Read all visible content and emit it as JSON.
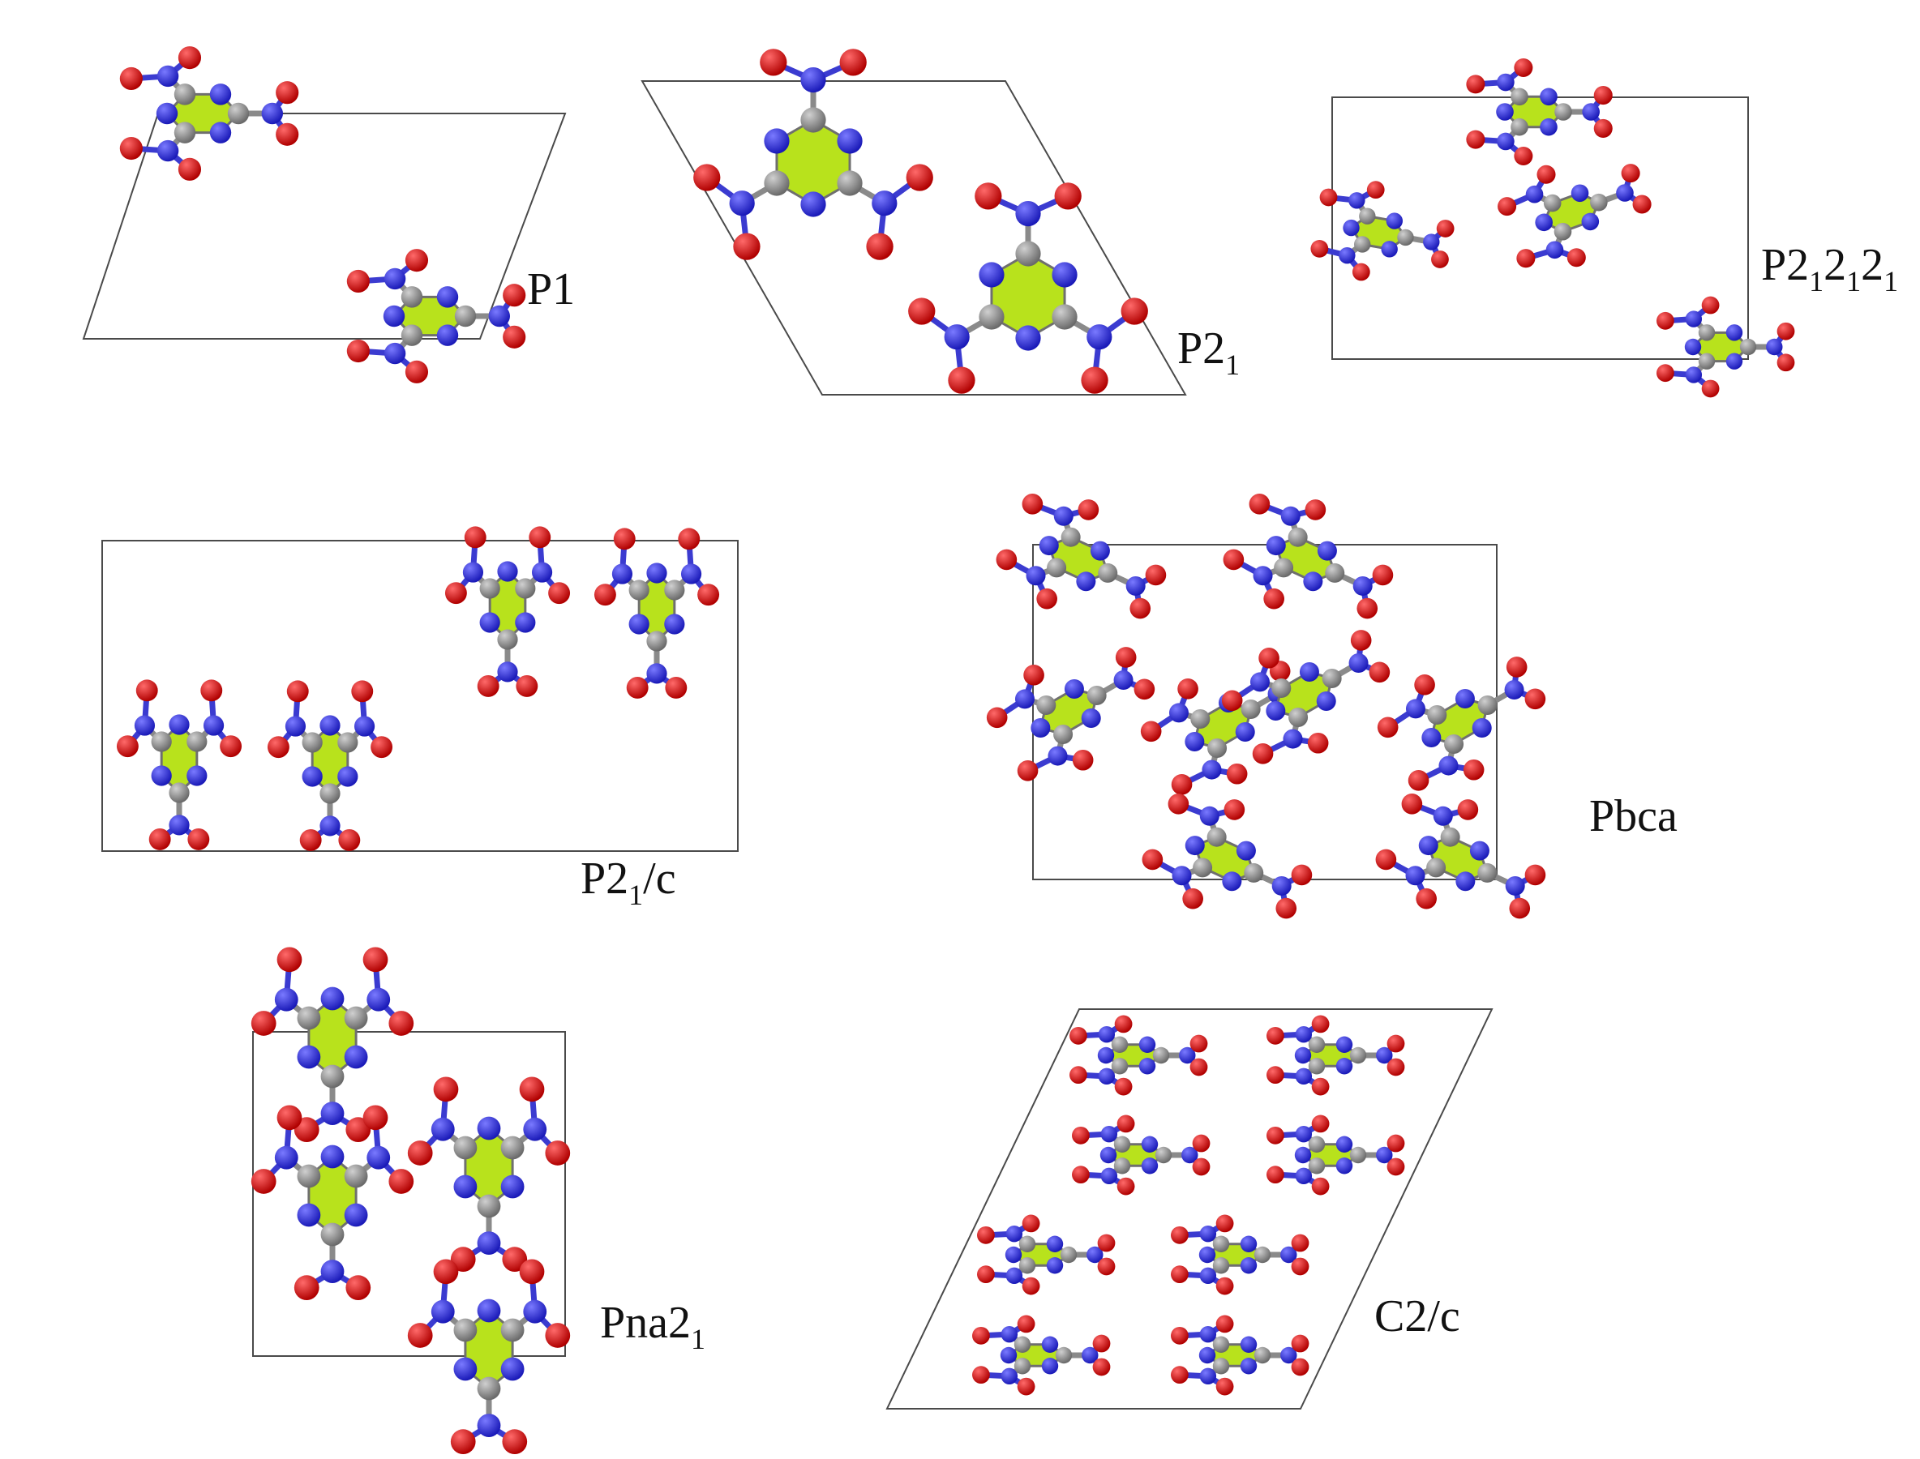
{
  "panels": [
    {
      "id": "p1",
      "label_main": "P1",
      "label_sub": ""
    },
    {
      "id": "p21",
      "label_main": "P2",
      "label_sub": "1"
    },
    {
      "id": "p212121",
      "label_parts": [
        "P2",
        "1",
        "2",
        "1",
        "2",
        "1"
      ]
    },
    {
      "id": "p21c",
      "label_parts": [
        "P2",
        "1",
        "/c"
      ]
    },
    {
      "id": "pbca",
      "label_main": "Pbca"
    },
    {
      "id": "pna21",
      "label_parts": [
        "Pna2",
        "1"
      ]
    },
    {
      "id": "c2c",
      "label_main": "C2/c"
    }
  ],
  "colors": {
    "ring_fill": "#b8e21c",
    "nitrogen": "#2a2ad6",
    "oxygen": "#d81818",
    "carbon": "#8c8c8c",
    "cell_line": "#4a4a4a"
  }
}
